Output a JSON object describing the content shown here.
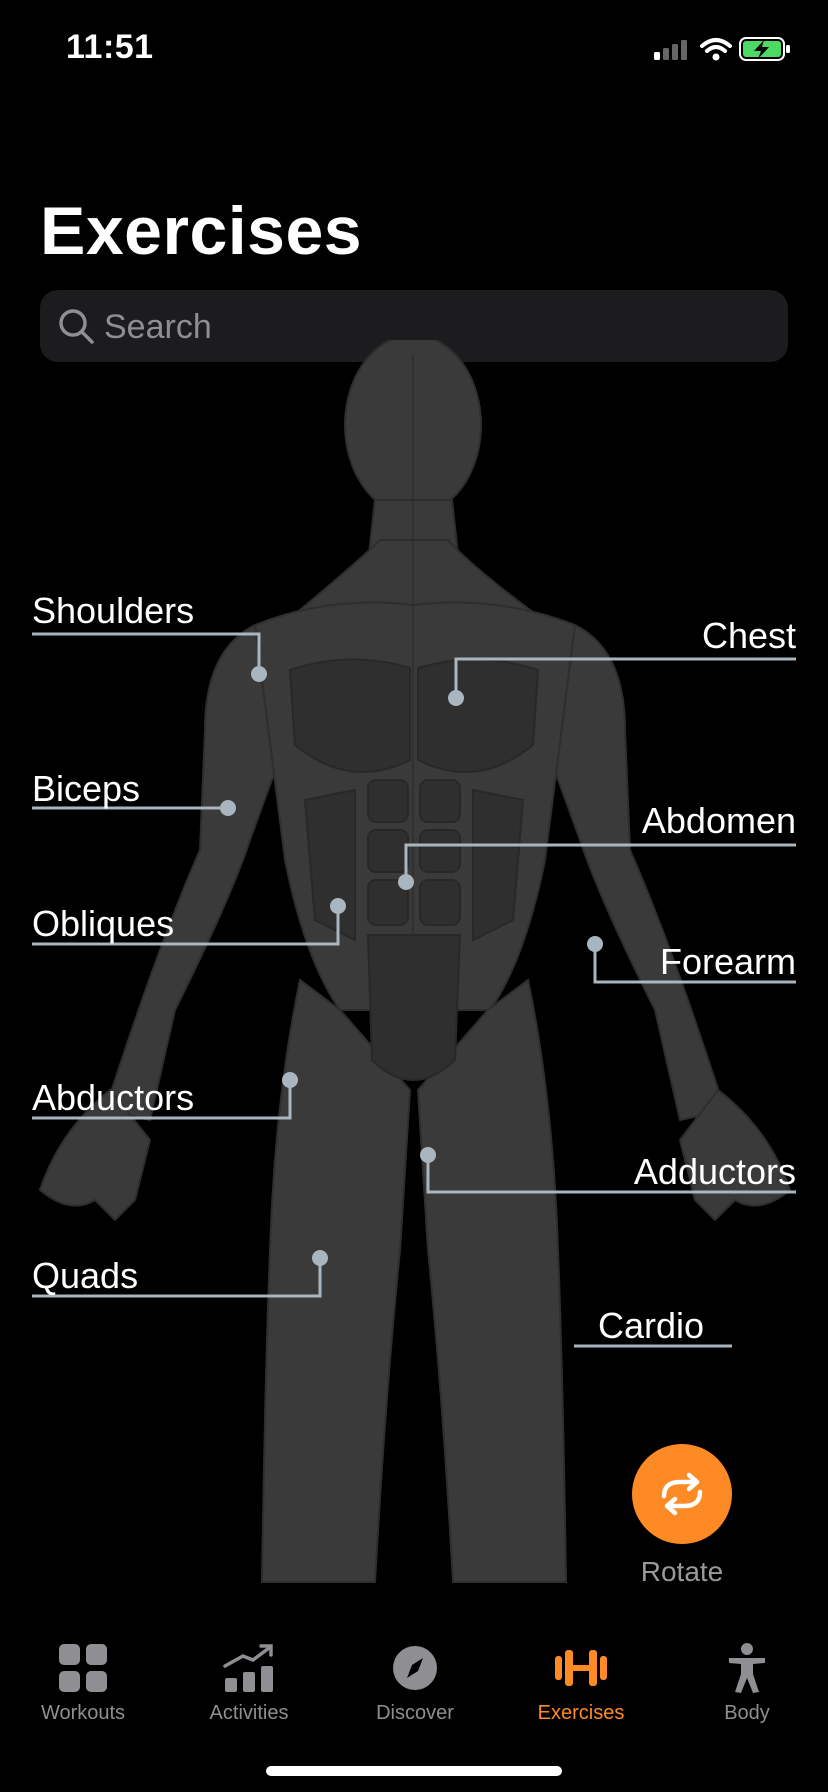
{
  "status_bar": {
    "time": "11:51"
  },
  "page": {
    "title": "Exercises"
  },
  "search": {
    "placeholder": "Search",
    "value": ""
  },
  "muscle_groups": {
    "shoulders": "Shoulders",
    "chest": "Chest",
    "biceps": "Biceps",
    "abdomen": "Abdomen",
    "obliques": "Obliques",
    "forearm": "Forearm",
    "abductors": "Abductors",
    "adductors": "Adductors",
    "quads": "Quads",
    "cardio": "Cardio"
  },
  "rotate": {
    "label": "Rotate"
  },
  "tab_bar": {
    "tabs": [
      {
        "label": "Workouts",
        "icon": "grid-icon",
        "active": false
      },
      {
        "label": "Activities",
        "icon": "chart-trend-icon",
        "active": false
      },
      {
        "label": "Discover",
        "icon": "compass-icon",
        "active": false
      },
      {
        "label": "Exercises",
        "icon": "dumbbell-icon",
        "active": true
      },
      {
        "label": "Body",
        "icon": "person-icon",
        "active": false
      }
    ]
  },
  "colors": {
    "accent": "#fe8a25",
    "callout_line": "#a9b6bf",
    "figure": "#3a3a3a",
    "inactive_tab": "#8e8e93"
  }
}
